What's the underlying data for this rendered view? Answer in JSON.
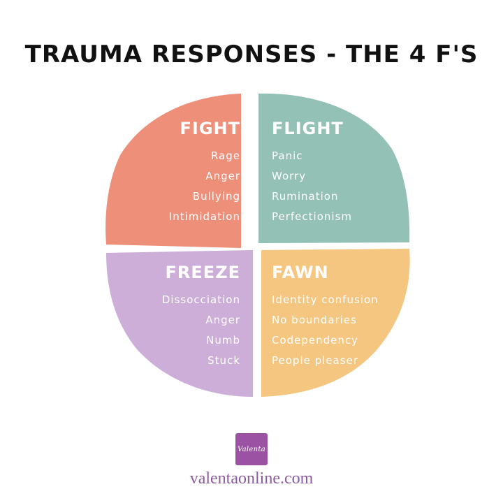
{
  "title": "TRAUMA RESPONSES - THE 4 F'S",
  "colors": {
    "fight": "#ee8f7a",
    "flight": "#93c1b6",
    "freeze": "#ccaed8",
    "fawn": "#f4c67f",
    "brand": "#9b52a3",
    "site_text": "#8c5a9e"
  },
  "quadrants": {
    "fight": {
      "title": "FIGHT",
      "items": [
        "Rage",
        "Anger",
        "Bullying",
        "Intimidation"
      ]
    },
    "flight": {
      "title": "FLIGHT",
      "items": [
        "Panic",
        "Worry",
        "Rumination",
        "Perfectionism"
      ]
    },
    "freeze": {
      "title": "FREEZE",
      "items": [
        "Dissocciation",
        "Anger",
        "Numb",
        "Stuck"
      ]
    },
    "fawn": {
      "title": "FAWN",
      "items": [
        "Identity confusion",
        "No boundaries",
        "Codependency",
        "People pleaser"
      ]
    }
  },
  "logo": {
    "text": "Valenta"
  },
  "website": "valentaonline.com"
}
